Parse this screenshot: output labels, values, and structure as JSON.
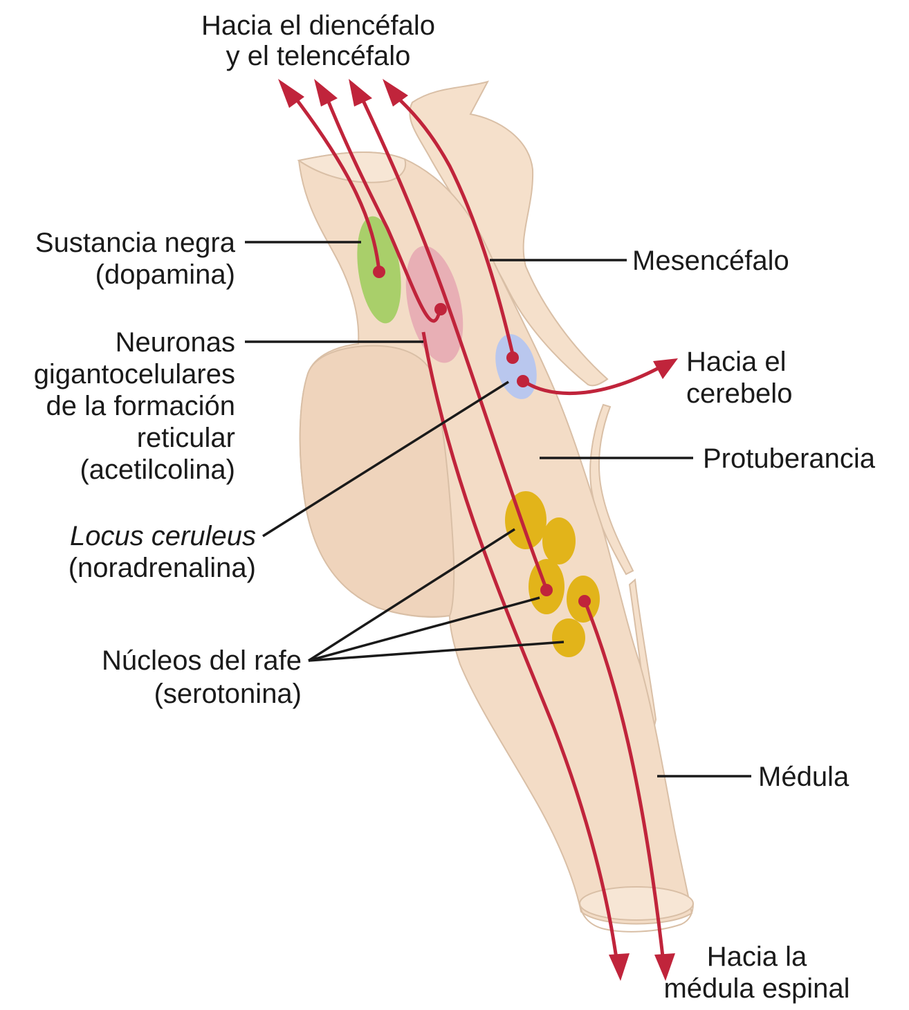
{
  "labels": {
    "top_line1": "Hacia el diencéfalo",
    "top_line2": "y el telencéfalo",
    "sn_line1": "Sustancia negra",
    "sn_line2": "(dopamina)",
    "ng_line1": "Neuronas",
    "ng_line2": "gigantocelulares",
    "ng_line3": "de la formación",
    "ng_line4": "reticular",
    "ng_line5": "(acetilcolina)",
    "lc_line1": "Locus ceruleus",
    "lc_line2": "(noradrenalina)",
    "rafe_line1": "Núcleos del rafe",
    "rafe_line2": "(serotonina)",
    "mesencefalo": "Mesencéfalo",
    "cerebelo_line1": "Hacia el",
    "cerebelo_line2": "cerebelo",
    "protuberancia": "Protuberancia",
    "medula": "Médula",
    "bottom_line1": "Hacia la",
    "bottom_line2": "médula espinal"
  },
  "colors": {
    "tissue": "#f3dcc6",
    "tissue_outline": "#d9bfa6",
    "pathway": "#c0243b",
    "substantia_nigra": "#a9cf6a",
    "gigantocellular": "#e5a7b1",
    "locus_ceruleus": "#b9c7ee",
    "raphe": "#e2b41a"
  }
}
